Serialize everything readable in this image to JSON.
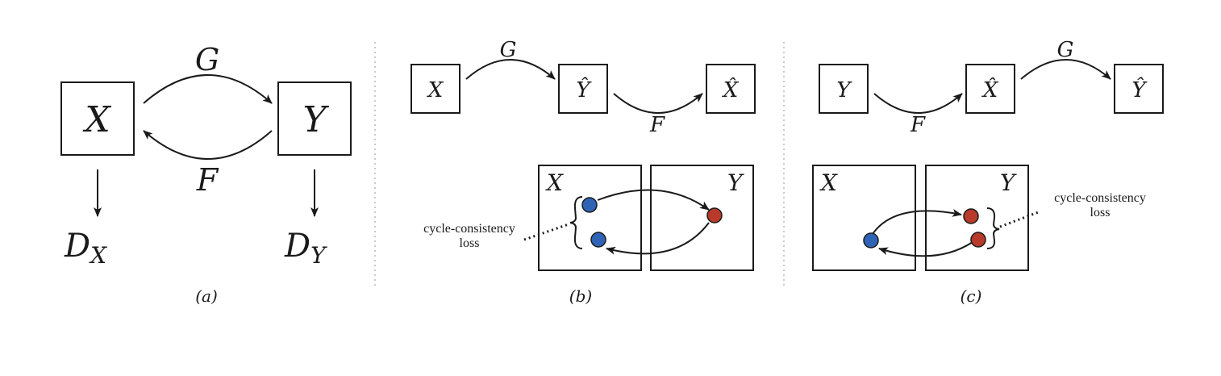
{
  "colors": {
    "domain_x_point": "#2f63b5",
    "domain_y_point": "#b73a2a",
    "ink": "#1a1a1a"
  },
  "panel_a": {
    "box_x": "X",
    "box_y": "Y",
    "label_g": "G",
    "label_f": "F",
    "d_x": "D",
    "d_x_sub": "X",
    "d_y": "D",
    "d_y_sub": "Y",
    "caption": "(a)"
  },
  "panel_b": {
    "box_x": "X",
    "box_y_hat": "Ŷ",
    "box_x_hat": "X̂",
    "label_g": "G",
    "label_f": "F",
    "domain_x": "X",
    "domain_y": "Y",
    "loss_line1": "cycle-consistency",
    "loss_line2": "loss",
    "caption": "(b)"
  },
  "panel_c": {
    "box_y": "Y",
    "box_x_hat": "X̂",
    "box_y_hat": "Ŷ",
    "label_g": "G",
    "label_f": "F",
    "domain_x": "X",
    "domain_y": "Y",
    "loss_line1": "cycle-consistency",
    "loss_line2": "loss",
    "caption": "(c)"
  }
}
